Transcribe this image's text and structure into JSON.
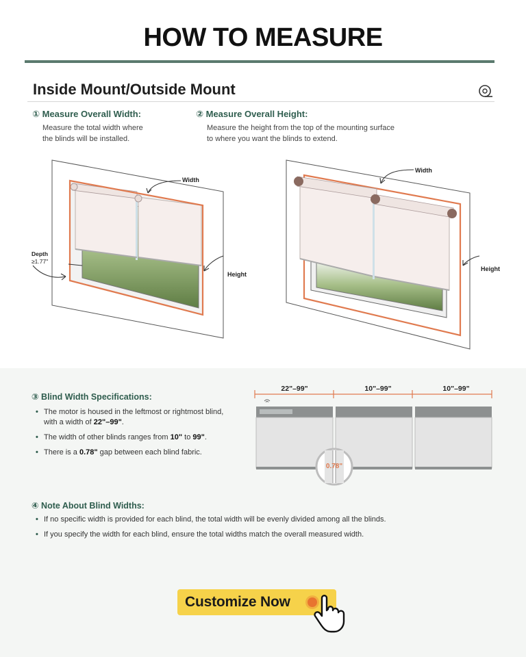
{
  "page_title": "HOW TO MEASURE",
  "section_heading": "Inside Mount/Outside Mount",
  "icons": {
    "header": "measuring-tape-icon",
    "cta": "pointing-hand-icon"
  },
  "colors": {
    "accent_green": "#5b7a6e",
    "heading_green": "#2f5d4e",
    "measure_orange": "#e07a4f",
    "cta_yellow": "#f6d24a"
  },
  "step1": {
    "title": "① Measure Overall Width:",
    "text1": "Measure the total width where",
    "text2": "the blinds will be installed."
  },
  "step2": {
    "title": "② Measure Overall Height:",
    "text1": "Measure the height from the top of the mounting surface",
    "text2": "to where you want the blinds to extend."
  },
  "inside_diagram": {
    "width_label": "Width",
    "height_label": "Height",
    "depth_label": "Depth",
    "depth_value": "≥1.77\""
  },
  "outside_diagram": {
    "width_label": "Width",
    "height_label": "Height"
  },
  "step3": {
    "title": "③ Blind Width Specifications:",
    "bullet1_pre": "The motor is housed in the leftmost or rightmost blind,",
    "bullet1_line2_pre": "with a width of ",
    "bullet1_bold": "22\"–99\"",
    "bullet1_post": ".",
    "bullet2_pre": "The width of other blinds ranges from ",
    "bullet2_bold1": "10\"",
    "bullet2_mid": " to ",
    "bullet2_bold2": "99\"",
    "bullet2_post": ".",
    "bullet3_pre": "There is a ",
    "bullet3_bold": "0.78\"",
    "bullet3_post": " gap between each blind fabric."
  },
  "blind_spec": {
    "dim1": "22\"–99\"",
    "dim2": "10\"–99\"",
    "dim3": "10\"–99\"",
    "gap_label": "0.78\""
  },
  "step4": {
    "title": "④ Note About Blind Widths:",
    "bullet1": "If no specific width is provided for each blind, the total width will be evenly divided among all the blinds.",
    "bullet2": "If you specify the width for each blind, ensure the total widths match the overall measured width."
  },
  "cta": {
    "label": "Customize Now"
  }
}
